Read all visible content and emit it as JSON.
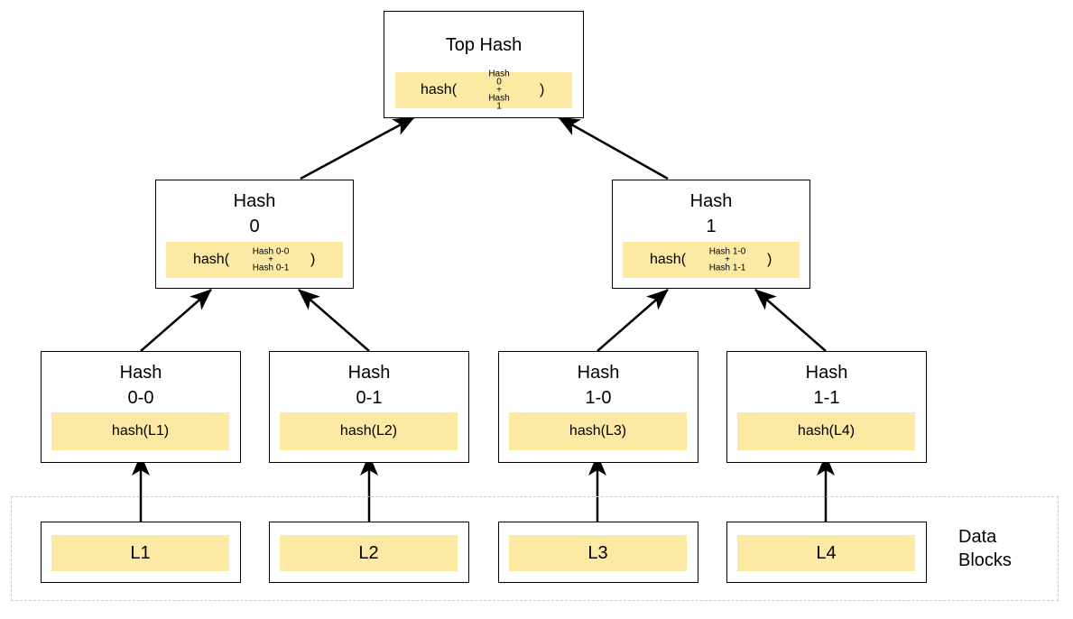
{
  "top": {
    "title": "Top Hash",
    "fn": "hash(",
    "arg1": "Hash 0",
    "plus": "+",
    "arg2": "Hash 1",
    "close": ")"
  },
  "hash0": {
    "title1": "Hash",
    "title2": "0",
    "fn": "hash(",
    "arg1": "Hash 0-0",
    "plus": "+",
    "arg2": "Hash 0-1",
    "close": ")"
  },
  "hash1": {
    "title1": "Hash",
    "title2": "1",
    "fn": "hash(",
    "arg1": "Hash 1-0",
    "plus": "+",
    "arg2": "Hash 1-1",
    "close": ")"
  },
  "hash00": {
    "title1": "Hash",
    "title2": "0-0",
    "value": "hash(L1)"
  },
  "hash01": {
    "title1": "Hash",
    "title2": "0-1",
    "value": "hash(L2)"
  },
  "hash10": {
    "title1": "Hash",
    "title2": "1-0",
    "value": "hash(L3)"
  },
  "hash11": {
    "title1": "Hash",
    "title2": "1-1",
    "value": "hash(L4)"
  },
  "leaves": {
    "l1": "L1",
    "l2": "L2",
    "l3": "L3",
    "l4": "L4"
  },
  "data_blocks": {
    "label_line1": "Data",
    "label_line2": "Blocks"
  },
  "colors": {
    "fill": "#fbe9a4",
    "border": "#000000",
    "dashed": "#c8c8c8"
  }
}
